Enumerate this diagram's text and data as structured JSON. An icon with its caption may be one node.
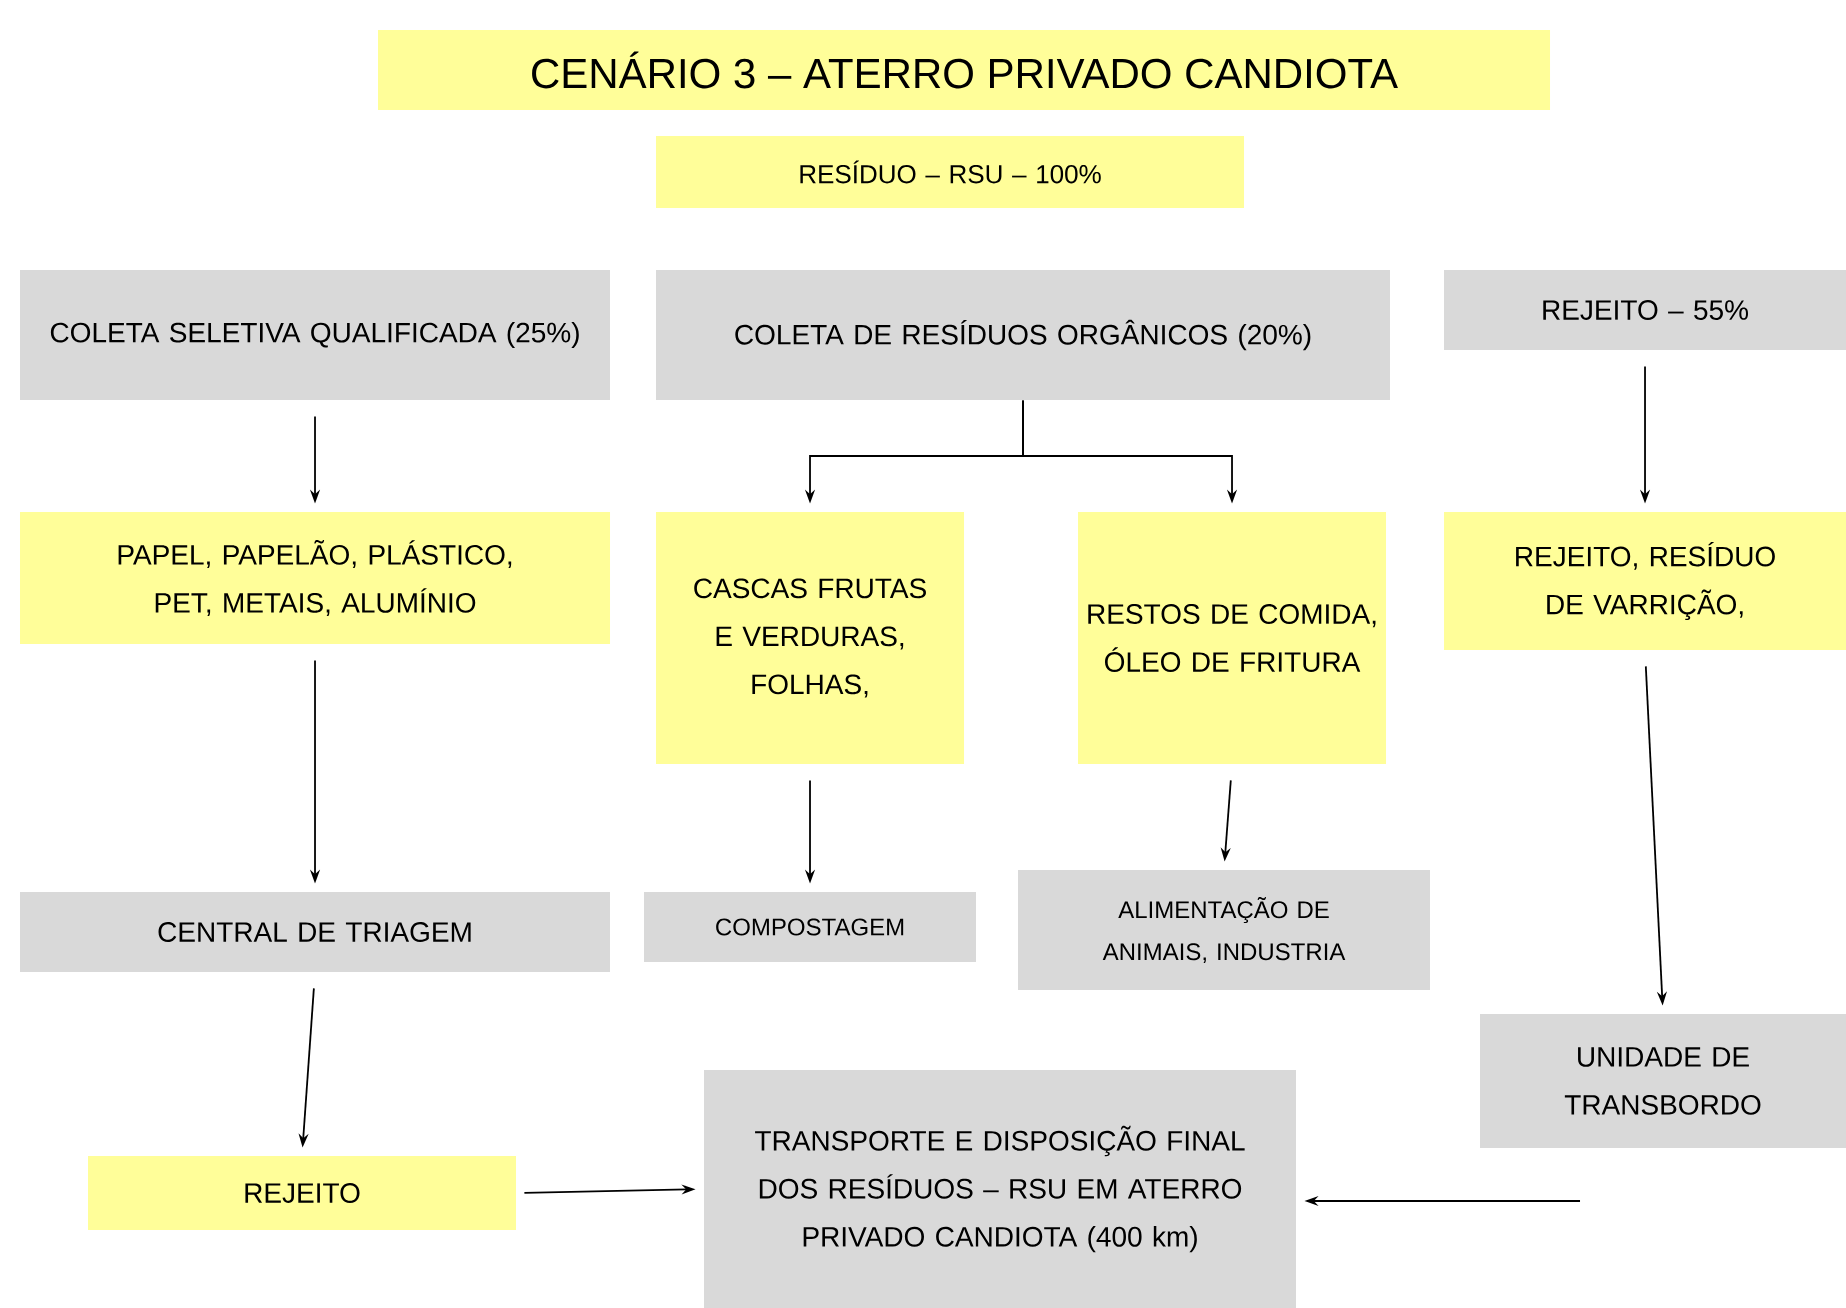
{
  "diagram": {
    "title": "CENÁRIO 3 – ATERRO PRIVADO CANDIOTA",
    "nodes": [
      {
        "text": [
          "RESÍDUO – RSU – 100%"
        ]
      },
      {
        "text": [
          "COLETA SELETIVA QUALIFICADA (25%)"
        ]
      },
      {
        "text": [
          "COLETA DE RESÍDUOS ORGÂNICOS (20%)"
        ]
      },
      {
        "text": [
          "REJEITO – 55%"
        ]
      },
      {
        "text": [
          "PAPEL, PAPELÃO, PLÁSTICO, PET, METAIS, ALUMÍNIO"
        ]
      },
      {
        "text": [
          "CASCAS FRUTAS E VERDURAS, FOLHAS,"
        ]
      },
      {
        "text": [
          "RESTOS DE COMIDA, ÓLEO DE FRITURA"
        ]
      },
      {
        "text": [
          "REJEITO, RESÍDUO DE VARRIÇÃO,"
        ]
      },
      {
        "text": [
          "CENTRAL DE TRIAGEM"
        ]
      },
      {
        "text": [
          "COMPOSTAGEM"
        ]
      },
      {
        "text": [
          "ALIMENTAÇÃO DE ANIMAIS, INDUSTRIA"
        ]
      },
      {
        "text": [
          "UNIDADE DE TRANSBORDO"
        ]
      },
      {
        "text": [
          "REJEITO"
        ]
      },
      {
        "text": [
          "TRANSPORTE E DISPOSIÇÃO FINAL DOS RESÍDUOS – RSU EM ATERRO PRIVADO CANDIOTA (400 km)"
        ]
      }
    ],
    "edges": [
      {
        "from": 1,
        "to": 4,
        "arrow": "to"
      },
      {
        "from": 2,
        "to": 5,
        "arrow": "to"
      },
      {
        "from": 2,
        "to": 6,
        "arrow": "to"
      },
      {
        "from": 3,
        "to": 7,
        "arrow": "to"
      },
      {
        "from": 4,
        "to": 8,
        "arrow": "to"
      },
      {
        "from": 5,
        "to": 9,
        "arrow": "to"
      },
      {
        "from": 6,
        "to": 10,
        "arrow": "to"
      },
      {
        "from": 7,
        "to": 11,
        "arrow": "to"
      },
      {
        "from": 8,
        "to": 12,
        "arrow": "to"
      },
      {
        "from": 12,
        "to": 13,
        "arrow": "to"
      },
      {
        "from": null,
        "to": 13,
        "arrow": "to"
      }
    ]
  }
}
